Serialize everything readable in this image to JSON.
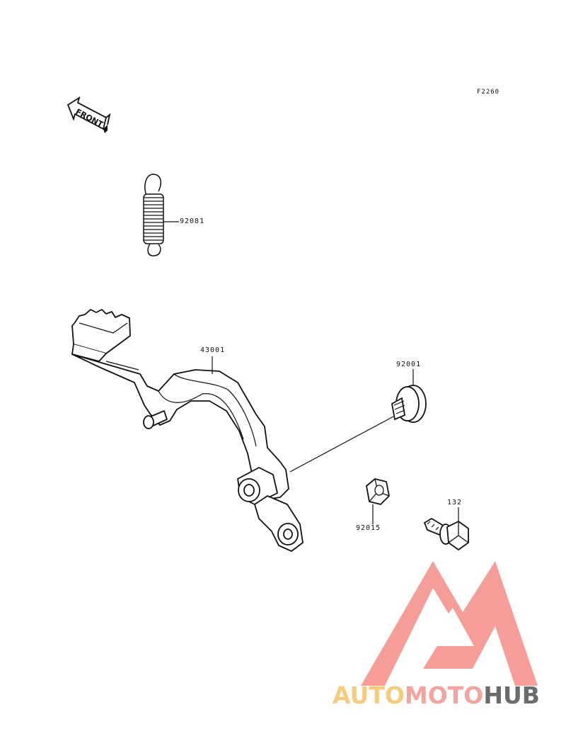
{
  "figure": {
    "ref_code": "F2260",
    "front_label": "FRONT",
    "parts": [
      {
        "number": "92081",
        "icon": "spring-icon"
      },
      {
        "number": "43001",
        "icon": "brake-pedal-icon"
      },
      {
        "number": "92001",
        "icon": "washer-bolt-icon"
      },
      {
        "number": "92015",
        "icon": "nut-icon"
      },
      {
        "number": "132",
        "icon": "flange-bolt-icon"
      }
    ]
  },
  "watermark": {
    "part_a": "AUTO",
    "part_b": "MOTO",
    "part_c": "HUB",
    "colors": {
      "auto": "#f7cb7d",
      "moto": "#f3a49e",
      "hub": "#6b6b6b",
      "logo": "#f4948e"
    }
  }
}
